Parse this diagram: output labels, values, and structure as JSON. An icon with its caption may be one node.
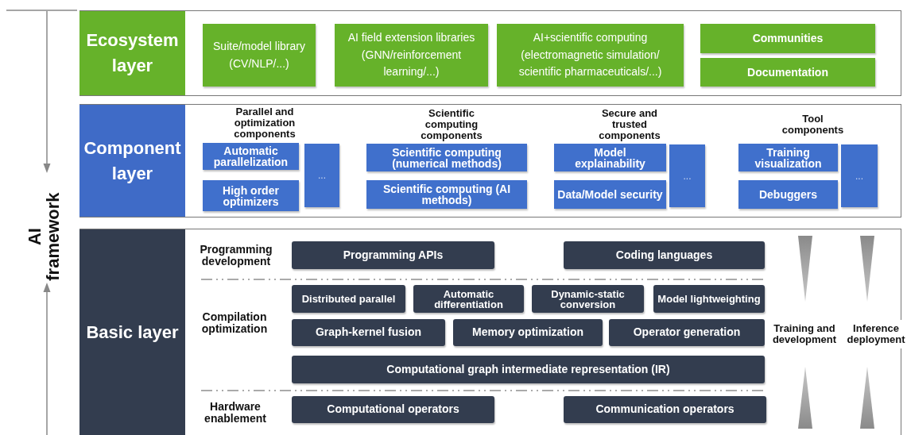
{
  "diagram": {
    "nodes": [
      {
        "text": [
          "Ecosystem layer"
        ]
      },
      {
        "text": [
          "Suite/model library (CV/NLP/...)"
        ],
        "in": 0
      },
      {
        "text": [
          "AI field extension libraries (GNN/reinforcement learning/...)"
        ],
        "in": 0
      },
      {
        "text": [
          "AI+scientific computing (electromagnetic simulation/ scientific pharmaceuticals/...)"
        ],
        "in": 0
      },
      {
        "text": [
          "Communities"
        ],
        "in": 0
      },
      {
        "text": [
          "Documentation"
        ],
        "in": 0
      },
      {
        "text": [
          "Component layer"
        ]
      },
      {
        "text": [
          "Automatic parallelization"
        ],
        "in": 6
      },
      {
        "text": [
          "High order optimizers"
        ],
        "in": 6
      },
      {
        "text": [
          "..."
        ],
        "in": 6
      },
      {
        "text": [
          "Scientific computing (numerical methods)"
        ],
        "in": 6
      },
      {
        "text": [
          "Scientific computing (AI methods)"
        ],
        "in": 6
      },
      {
        "text": [
          "Model explainability"
        ],
        "in": 6
      },
      {
        "text": [
          "Data/Model security"
        ],
        "in": 6
      },
      {
        "text": [
          "..."
        ],
        "in": 6
      },
      {
        "text": [
          "Training visualization"
        ],
        "in": 6
      },
      {
        "text": [
          "Debuggers"
        ],
        "in": 6
      },
      {
        "text": [
          "..."
        ],
        "in": 6
      },
      {
        "text": [
          "Basic layer"
        ]
      },
      {
        "text": [
          "Programming APIs"
        ],
        "in": 18
      },
      {
        "text": [
          "Coding languages"
        ],
        "in": 18
      },
      {
        "text": [
          "Distributed parallel"
        ],
        "in": 18
      },
      {
        "text": [
          "Automatic differentiation"
        ],
        "in": 18
      },
      {
        "text": [
          "Dynamic-static conversion"
        ],
        "in": 18
      },
      {
        "text": [
          "Model lightweighting"
        ],
        "in": 18
      },
      {
        "text": [
          "Graph-kernel fusion"
        ],
        "in": 18
      },
      {
        "text": [
          "Memory optimization"
        ],
        "in": 18
      },
      {
        "text": [
          "Operator generation"
        ],
        "in": 18
      },
      {
        "text": [
          "Computational graph intermediate representation (IR)"
        ],
        "in": 18
      },
      {
        "text": [
          "Computational operators"
        ],
        "in": 18
      },
      {
        "text": [
          "Communication operators"
        ],
        "in": 18
      }
    ],
    "labels": [
      "AI framework",
      "Parallel and optimization components",
      "Scientific computing components",
      "Secure and trusted components",
      "Tool components",
      "Programming development",
      "Compilation optimization",
      "Hardware enablement",
      "Training and development",
      "Inference deployment"
    ]
  }
}
